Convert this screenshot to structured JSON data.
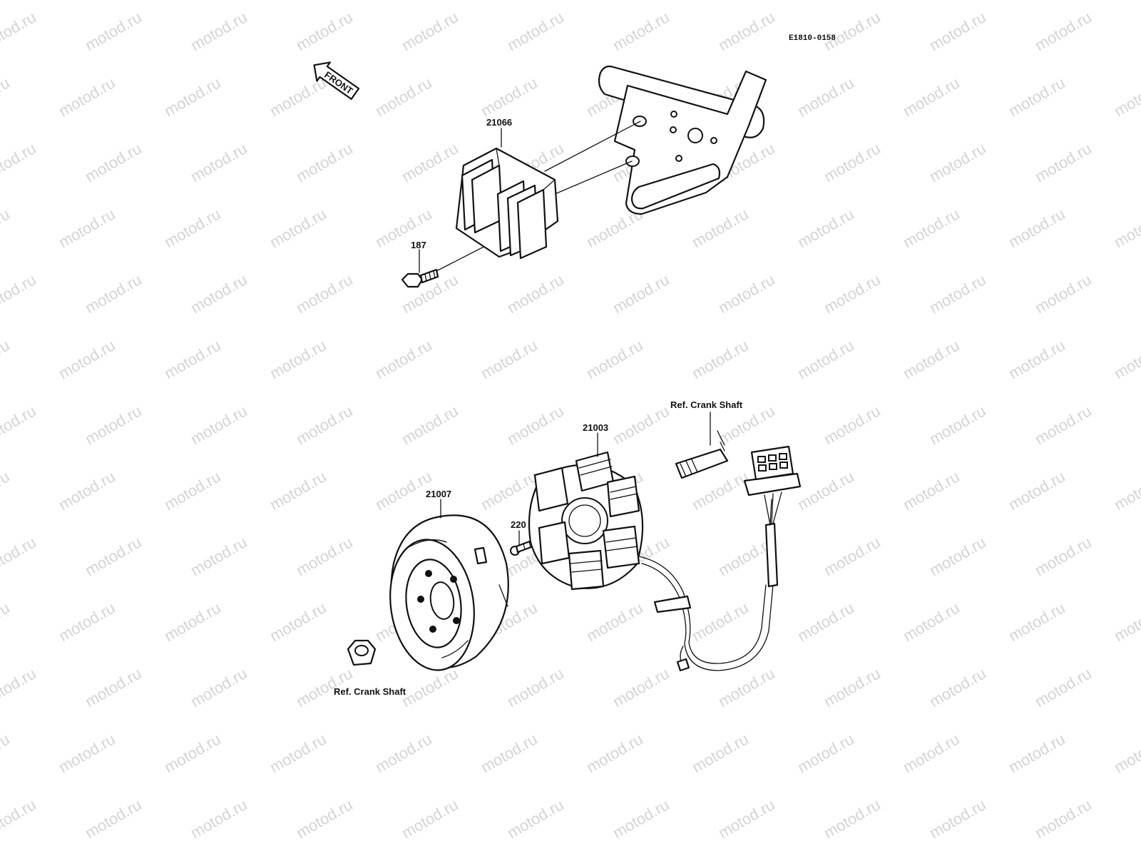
{
  "watermark": {
    "text": "motod.ru",
    "color": "#d4d4d4"
  },
  "diagram_code": "E1810-0158",
  "front_indicator": "FRONT",
  "callouts": [
    {
      "id": "21066",
      "part": "regulator-rectifier"
    },
    {
      "id": "187",
      "part": "flange-bolt"
    },
    {
      "id": "21003",
      "part": "stator"
    },
    {
      "id": "21007",
      "part": "flywheel-rotor"
    },
    {
      "id": "220",
      "part": "stator-screw"
    }
  ],
  "references": {
    "crank_shaft_upper": "Ref. Crank Shaft",
    "crank_shaft_lower": "Ref. Crank Shaft"
  },
  "colors": {
    "ink": "#111111",
    "paper": "#ffffff"
  }
}
